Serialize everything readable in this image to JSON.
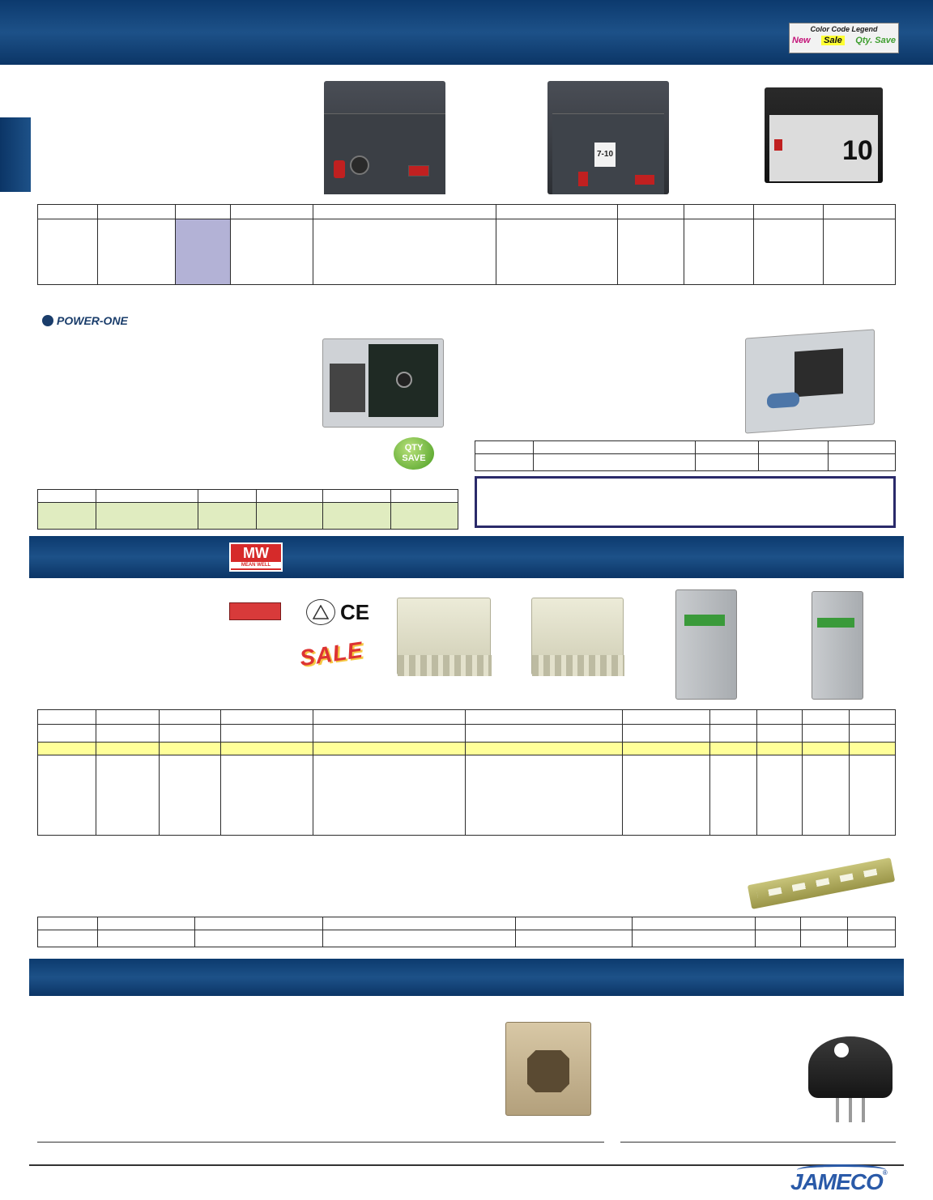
{
  "legend": {
    "title": "Color Code Legend",
    "new": "New",
    "sale": "Sale",
    "qty": "Qty. Save"
  },
  "products": {
    "supply_a_label": "",
    "supply_b_label": "7-10",
    "supply_c_label": "10"
  },
  "brands": {
    "power_one": "POWER-ONE",
    "mean_well": "MW",
    "mean_well_sub": "MEAN WELL",
    "jameco": "JAMECO"
  },
  "badges": {
    "qty_save": "QTY SAVE",
    "sale": "SALE",
    "ce": "CE"
  },
  "colors": {
    "banner": "#1d5188",
    "highlight_purple": "#b3b2d6",
    "highlight_green": "#e0ecc0",
    "highlight_yellow": "#ffff99",
    "sale_red": "#d83a3a"
  }
}
